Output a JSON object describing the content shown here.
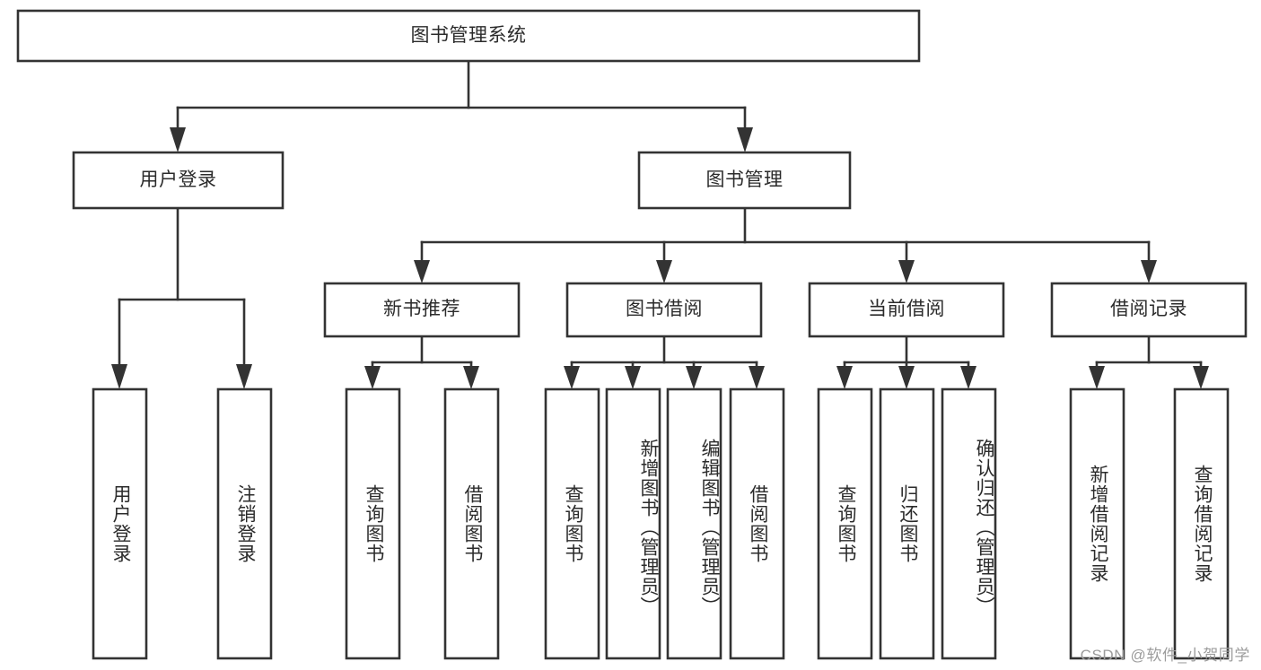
{
  "diagram": {
    "type": "tree",
    "title": "图书管理系统",
    "orientation": "top-down",
    "colors": {
      "stroke": "#333333",
      "box_fill": "#ffffff",
      "text": "#2b2b2b",
      "background": "#ffffff",
      "watermark": "#9c9c9c"
    },
    "root": {
      "id": "root",
      "label": "图书管理系统"
    },
    "level2": [
      {
        "id": "user-login",
        "label": "用户登录"
      },
      {
        "id": "book-manage",
        "label": "图书管理"
      }
    ],
    "level3": [
      {
        "id": "new-book-recommend",
        "label": "新书推荐",
        "parent": "book-manage"
      },
      {
        "id": "book-borrow",
        "label": "图书借阅",
        "parent": "book-manage"
      },
      {
        "id": "current-borrow",
        "label": "当前借阅",
        "parent": "book-manage"
      },
      {
        "id": "borrow-record",
        "label": "借阅记录",
        "parent": "book-manage"
      }
    ],
    "leaves": [
      {
        "id": "leaf-user-login",
        "label": "用户登录",
        "parent": "user-login"
      },
      {
        "id": "leaf-user-logout",
        "label": "注销登录",
        "parent": "user-login"
      },
      {
        "id": "leaf-query-book-1",
        "label": "查询图书",
        "parent": "new-book-recommend"
      },
      {
        "id": "leaf-borrow-book-1",
        "label": "借阅图书",
        "parent": "new-book-recommend"
      },
      {
        "id": "leaf-query-book-2",
        "label": "查询图书",
        "parent": "book-borrow"
      },
      {
        "id": "leaf-add-book",
        "label": "新增图书（管理员）",
        "parent": "book-borrow"
      },
      {
        "id": "leaf-edit-book",
        "label": "编辑图书（管理员）",
        "parent": "book-borrow"
      },
      {
        "id": "leaf-borrow-book-2",
        "label": "借阅图书",
        "parent": "book-borrow"
      },
      {
        "id": "leaf-query-book-3",
        "label": "查询图书",
        "parent": "current-borrow"
      },
      {
        "id": "leaf-return-book",
        "label": "归还图书",
        "parent": "current-borrow"
      },
      {
        "id": "leaf-confirm-return",
        "label": "确认归还（管理员）",
        "parent": "current-borrow"
      },
      {
        "id": "leaf-add-record",
        "label": "新增借阅记录",
        "parent": "borrow-record"
      },
      {
        "id": "leaf-query-record",
        "label": "查询借阅记录",
        "parent": "borrow-record"
      }
    ]
  },
  "watermark": {
    "text": "CSDN @软件_小贺同学"
  }
}
